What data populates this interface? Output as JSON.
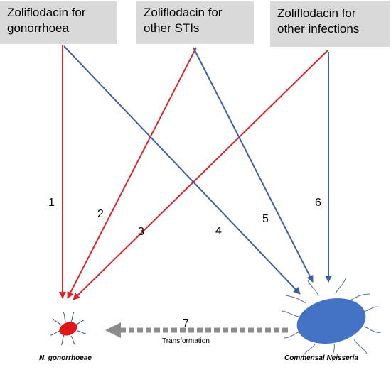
{
  "boxes": [
    {
      "line1": "Zoliflodacin for",
      "line2": "gonorrhoea"
    },
    {
      "line1": "Zoliflodacin for",
      "line2": "other STIs"
    },
    {
      "line1": "Zoliflodacin for",
      "line2": "other infections"
    }
  ],
  "arrows": [
    {
      "number": "1",
      "color": "#e0242b"
    },
    {
      "number": "2",
      "color": "#e0242b"
    },
    {
      "number": "3",
      "color": "#e0242b"
    },
    {
      "number": "4",
      "color": "#3e5fa8"
    },
    {
      "number": "5",
      "color": "#3e5fa8"
    },
    {
      "number": "6",
      "color": "#3e5fa8"
    },
    {
      "number": "7",
      "color": "#8c8c8c"
    }
  ],
  "transformation_label": "Transformation",
  "organisms": {
    "gonorrhoeae": {
      "label": "N. gonorrhoeae",
      "color": "#e0161b"
    },
    "commensal": {
      "label": "Commensal Neisseria",
      "color": "#4472c4"
    }
  },
  "icons": [
    "red-bacterium-icon",
    "blue-bacterium-icon"
  ]
}
